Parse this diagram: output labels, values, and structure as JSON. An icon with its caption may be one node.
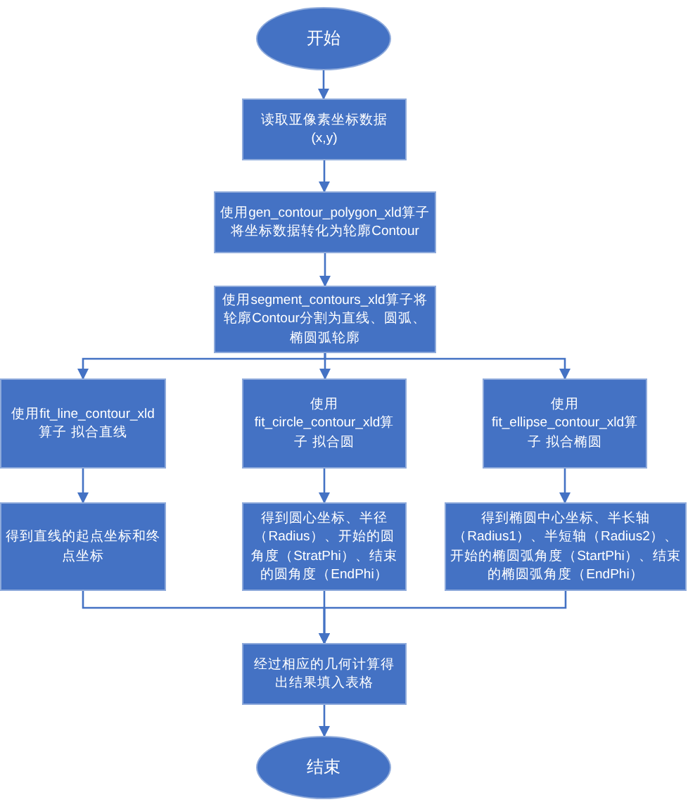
{
  "diagram": {
    "nodes": [
      {
        "text": [
          "开始"
        ]
      },
      {
        "text": [
          "读取亚像素坐标数据 (x,y)"
        ]
      },
      {
        "text": [
          "使用gen_contour_polygon_xld算子将坐标数据转化为轮廓Contour"
        ]
      },
      {
        "text": [
          "使用segment_contours_xld算子将轮廓Contour分割为直线、圆弧、椭圆弧轮廓"
        ]
      },
      {
        "text": [
          "使用fit_line_contour_xld 算子 拟合直线"
        ]
      },
      {
        "text": [
          "使用 fit_circle_contour_xld算子 拟合圆"
        ]
      },
      {
        "text": [
          "使用 fit_ellipse_contour_xld算子 拟合椭圆"
        ]
      },
      {
        "text": [
          "得到直线的起点坐标和终点坐标"
        ]
      },
      {
        "text": [
          "得到圆心坐标、半径（Radius）、开始的圆角度（StratPhi）、结束的圆角度（EndPhi）"
        ]
      },
      {
        "text": [
          "得到椭圆中心坐标、半长轴（Radius1）、半短轴（Radius2）、开始的椭圆弧角度（StartPhi）、结束的椭圆弧角度（EndPhi）"
        ]
      },
      {
        "text": [
          "经过相应的几何计算得出结果填入表格"
        ]
      },
      {
        "text": [
          "结束"
        ]
      }
    ],
    "edges": [
      {
        "from": 0,
        "to": 1,
        "arrow": "to"
      },
      {
        "from": 1,
        "to": 2,
        "arrow": "to"
      },
      {
        "from": 2,
        "to": 3,
        "arrow": "to"
      },
      {
        "from": 3,
        "to": 4,
        "arrow": "to"
      },
      {
        "from": 3,
        "to": 5,
        "arrow": "to"
      },
      {
        "from": 3,
        "to": 6,
        "arrow": "to"
      },
      {
        "from": 4,
        "to": 7,
        "arrow": "to"
      },
      {
        "from": 5,
        "to": 8,
        "arrow": "to"
      },
      {
        "from": 6,
        "to": 9,
        "arrow": "to"
      },
      {
        "from": 7,
        "to": 10,
        "arrow": "to"
      },
      {
        "from": 8,
        "to": 10,
        "arrow": "to"
      },
      {
        "from": 9,
        "to": 10,
        "arrow": "to"
      },
      {
        "from": 10,
        "to": 11,
        "arrow": "to"
      }
    ]
  }
}
